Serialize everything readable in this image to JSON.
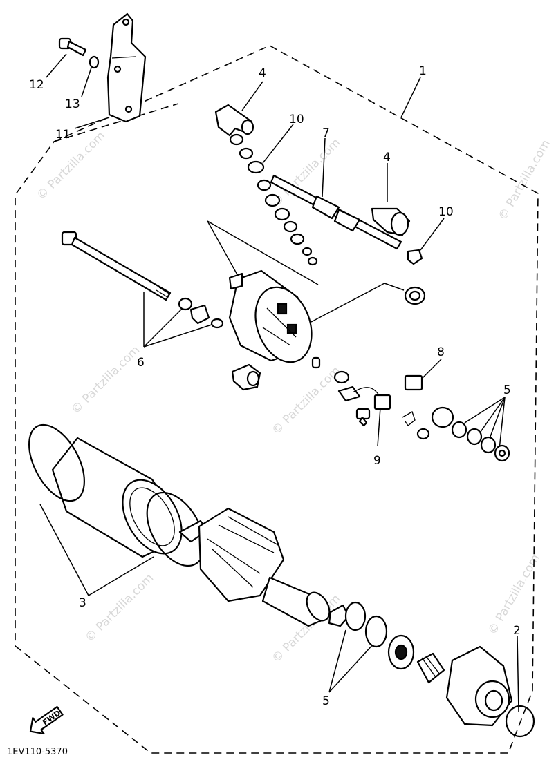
{
  "diagram": {
    "callouts": {
      "c1": "1",
      "c2": "2",
      "c3": "3",
      "c4a": "4",
      "c4b": "4",
      "c5a": "5",
      "c5b": "5",
      "c6": "6",
      "c7": "7",
      "c8": "8",
      "c9": "9",
      "c10a": "10",
      "c10b": "10",
      "c11": "11",
      "c12": "12",
      "c13": "13"
    },
    "fwd_label": "FWD",
    "code": "1EV110-5370",
    "watermark": "© Partzilla.com",
    "colors": {
      "ink": "#000000",
      "paper": "#ffffff",
      "watermark": "#b8b8b8"
    }
  }
}
